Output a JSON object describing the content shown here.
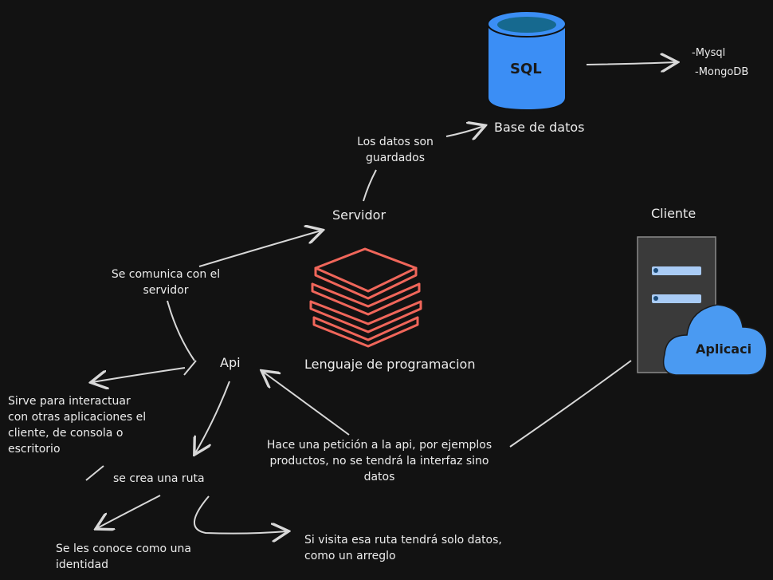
{
  "nodes": {
    "sql_db": "SQL",
    "base_datos": "Base de datos",
    "db_list": [
      "-Mysql",
      "-MongoDB"
    ],
    "datos_guardados": [
      "Los datos son",
      "guardados"
    ],
    "servidor": "Servidor",
    "cliente": "Cliente",
    "aplicacion": "Aplicaci",
    "se_comunica": [
      "Se comunica con el",
      "servidor"
    ],
    "api": "Api",
    "lenguaje": "Lenguaje de programacion",
    "sirve_para": [
      "Sirve para interactuar",
      "con otras aplicaciones el",
      "cliente, de consola o",
      "escritorio"
    ],
    "peticion": [
      "Hace una petición a la api, por ejemplos",
      "productos, no se tendrá la interfaz sino",
      "datos"
    ],
    "ruta": "se crea una ruta",
    "identidad": [
      "Se les conoce como una",
      "identidad"
    ],
    "solo_datos": [
      "Si visita esa ruta tendrá solo datos,",
      "como un arreglo"
    ]
  },
  "colors": {
    "background": "#121212",
    "stroke": "#d8d8d8",
    "db_blue": "#3b8ef5",
    "db_top": "#1e6fa8",
    "books_red": "#f0665a",
    "server_fill": "#3a3a3a",
    "server_slot": "#a9cbf5",
    "cloud_blue": "#4a9af2"
  }
}
